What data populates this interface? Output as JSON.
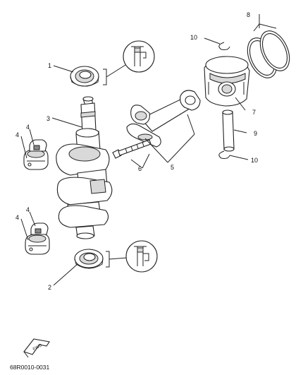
{
  "diagram": {
    "reference_code": "68R0010-0031",
    "fwd_label": "FWD",
    "callouts": [
      {
        "id": "c1",
        "text": "1"
      },
      {
        "id": "c2",
        "text": "2"
      },
      {
        "id": "c3",
        "text": "3"
      },
      {
        "id": "c4a",
        "text": "4"
      },
      {
        "id": "c4b",
        "text": "4"
      },
      {
        "id": "c4c",
        "text": "4"
      },
      {
        "id": "c4d",
        "text": "4"
      },
      {
        "id": "c5",
        "text": "5"
      },
      {
        "id": "c6",
        "text": "6"
      },
      {
        "id": "c7",
        "text": "7"
      },
      {
        "id": "c8",
        "text": "8"
      },
      {
        "id": "c9",
        "text": "9"
      },
      {
        "id": "c10a",
        "text": "10"
      },
      {
        "id": "c10b",
        "text": "10"
      }
    ]
  }
}
